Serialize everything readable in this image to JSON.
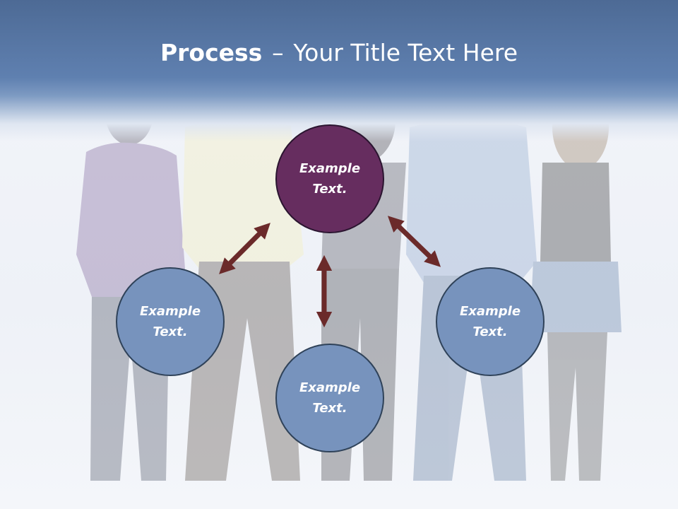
{
  "slide": {
    "title_bold": "Process",
    "title_separator": "–",
    "title_rest": "Your Title Text Here"
  },
  "diagram": {
    "nodes": [
      {
        "id": "top",
        "text": "Example Text.",
        "color": "#662d5f"
      },
      {
        "id": "left",
        "text": "Example Text.",
        "color": "#7793bd"
      },
      {
        "id": "bottom",
        "text": "Example Text.",
        "color": "#7793bd"
      },
      {
        "id": "right",
        "text": "Example Text.",
        "color": "#7793bd"
      }
    ],
    "arrow_color": "#6b2a2a",
    "connections": [
      {
        "from": "top",
        "to": "left",
        "style": "double-headed"
      },
      {
        "from": "top",
        "to": "bottom",
        "style": "double-headed"
      },
      {
        "from": "top",
        "to": "right",
        "style": "double-headed"
      }
    ]
  },
  "background": {
    "image": "faded photo of five people standing with their backs turned"
  }
}
